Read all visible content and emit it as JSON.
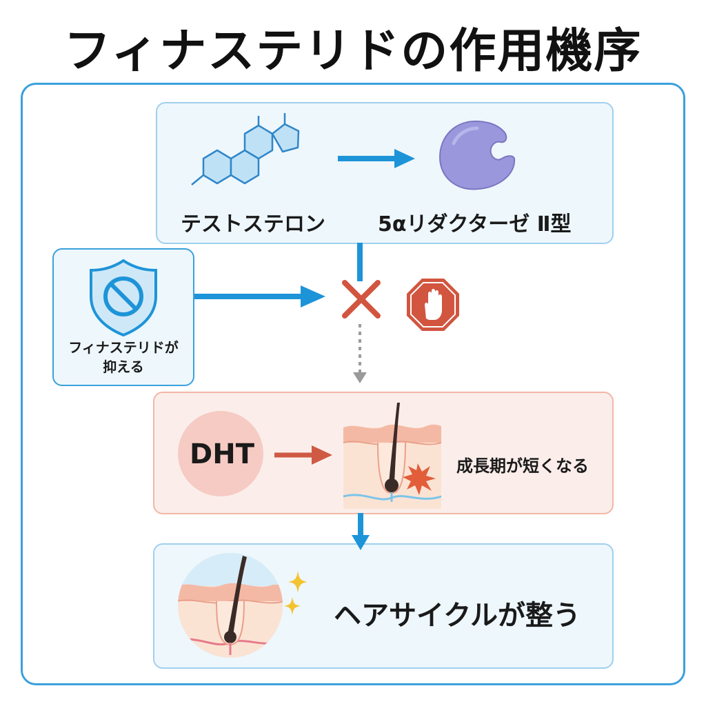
{
  "title": "フィナステリドの作用機序",
  "steps": {
    "testosterone": "テストステロン",
    "enzyme": "5αリダクターゼ Ⅱ型",
    "finasteride_line1": "フィナステリドが",
    "finasteride_line2": "抑える",
    "dht": "DHT",
    "anagen_shortened": "成長期が短くなる",
    "hair_cycle": "ヘアサイクルが整う"
  },
  "colors": {
    "frame": "#3aa0dc",
    "arrow_blue": "#1e94d8",
    "arrow_red": "#cf5a44",
    "block_x": "#d2553f",
    "stop_sign": "#d2553f",
    "enzyme": "#9b97dc",
    "dht_circle": "#f6cbc4"
  },
  "icons": [
    "steroid-molecule-icon",
    "enzyme-icon",
    "shield-prohibit-icon",
    "block-x-icon",
    "stop-hand-icon",
    "hair-follicle-damaged-icon",
    "hair-follicle-healthy-icon",
    "sparkle-icon"
  ]
}
